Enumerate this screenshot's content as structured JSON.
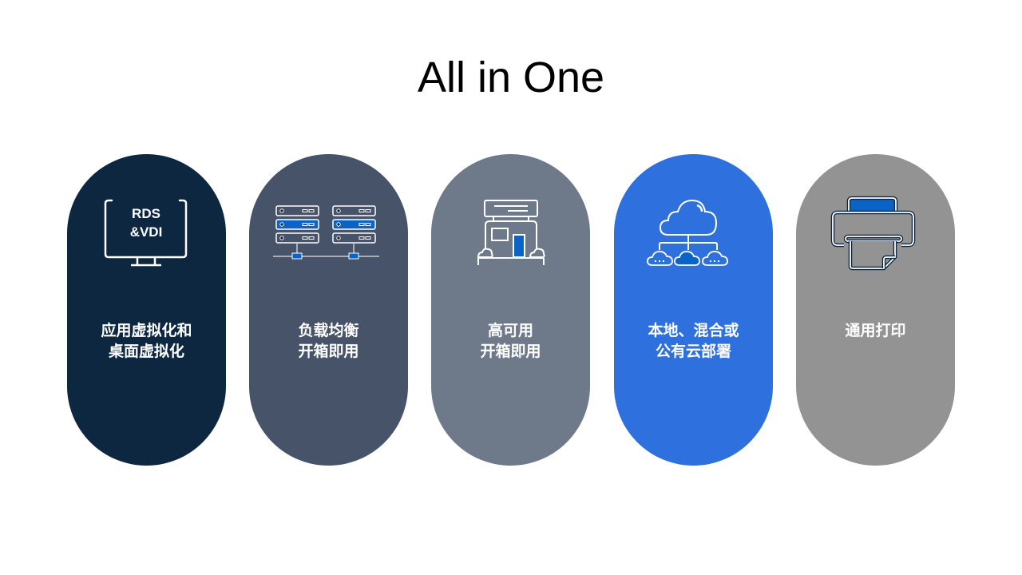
{
  "title": "All in One",
  "colors": {
    "card1": "#0d2741",
    "card2": "#465368",
    "card3": "#6e7a89",
    "card4": "#2e70dd",
    "card5": "#939393",
    "accent_blue": "#0a64c8"
  },
  "cards": [
    {
      "icon": "monitor-icon",
      "icon_text": [
        "RDS",
        "&VDI"
      ],
      "lines": [
        "应用虚拟化和",
        "桌面虚拟化"
      ]
    },
    {
      "icon": "server-rack-icon",
      "lines": [
        "负载均衡",
        "开箱即用"
      ]
    },
    {
      "icon": "building-icon",
      "lines": [
        "高可用",
        "开箱即用"
      ]
    },
    {
      "icon": "cloud-network-icon",
      "lines": [
        "本地、混合或",
        "公有云部署"
      ]
    },
    {
      "icon": "printer-icon",
      "lines": [
        "通用打印"
      ]
    }
  ]
}
